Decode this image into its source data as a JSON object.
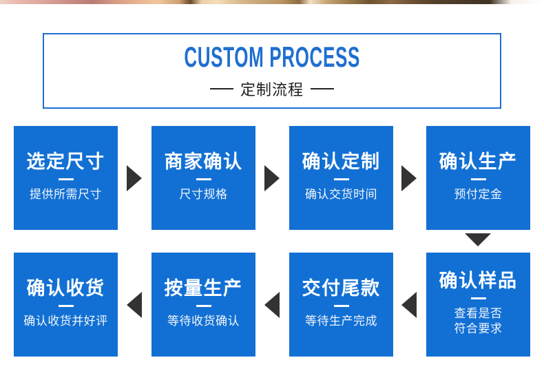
{
  "header": {
    "title_en": "CUSTOM PROCESS",
    "title_cn": "定制流程"
  },
  "colors": {
    "brand_blue": "#1270d4",
    "border_blue": "#1b6fd4",
    "title_blue": "#1f6fd0",
    "arrow_dark": "#333333",
    "box_text": "#ffffff"
  },
  "steps": [
    {
      "id": 1,
      "title": "选定尺寸",
      "subtitle": "提供所需尺寸"
    },
    {
      "id": 2,
      "title": "商家确认",
      "subtitle": "尺寸规格"
    },
    {
      "id": 3,
      "title": "确认定制",
      "subtitle": "确认交货时间"
    },
    {
      "id": 4,
      "title": "确认生产",
      "subtitle": "预付定金"
    },
    {
      "id": 5,
      "title": "确认样品",
      "subtitle": "查看是否\n符合要求"
    },
    {
      "id": 6,
      "title": "交付尾款",
      "subtitle": "等待生产完成"
    },
    {
      "id": 7,
      "title": "按量生产",
      "subtitle": "等待收货确认"
    },
    {
      "id": 8,
      "title": "确认收货",
      "subtitle": "确认收货并好评"
    }
  ],
  "arrows": [
    {
      "id": "r1-a",
      "direction": "right"
    },
    {
      "id": "r1-b",
      "direction": "right"
    },
    {
      "id": "r1-c",
      "direction": "right"
    },
    {
      "id": "col4-down",
      "direction": "down"
    },
    {
      "id": "r2-a",
      "direction": "left"
    },
    {
      "id": "r2-b",
      "direction": "left"
    },
    {
      "id": "r2-c",
      "direction": "left"
    }
  ]
}
